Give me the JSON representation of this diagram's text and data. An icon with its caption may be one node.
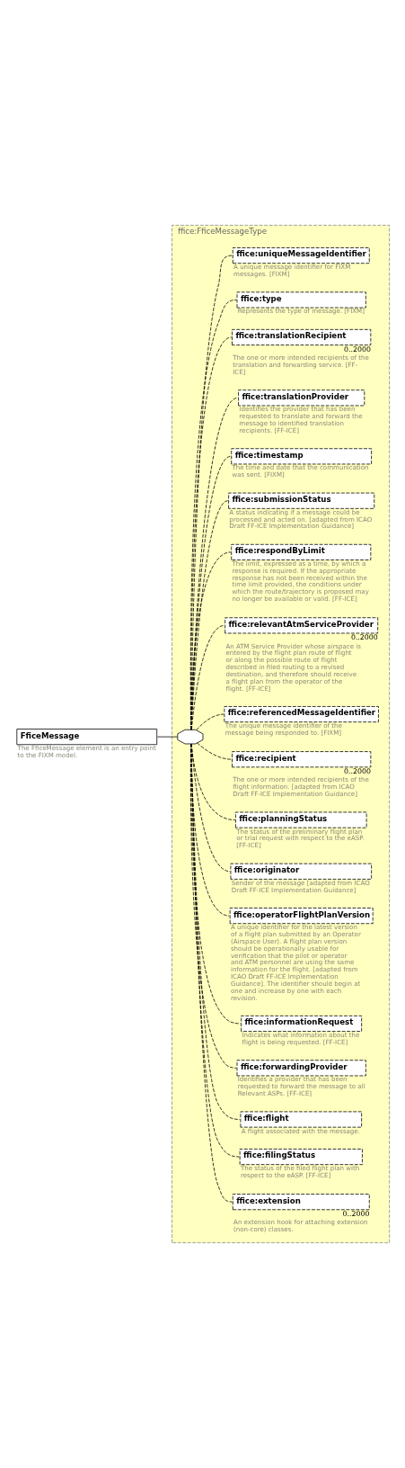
{
  "diagram": {
    "nodes": [
      {
        "text": [
          "FficeMessage"
        ],
        "beside": [
          "The FficeMessage element is an entry point to the FIXM model."
        ]
      },
      {
        "text": [
          "ffice:FficeMessageType"
        ]
      },
      {
        "text": [],
        "shape": "octagon",
        "in": 1
      },
      {
        "text": [
          "ffice:extension"
        ],
        "in": 1,
        "beside": [
          "0..2000",
          "An extension hook for attaching extension (non-core) classes."
        ]
      },
      {
        "text": [
          "ffice:filingStatus"
        ],
        "in": 1,
        "beside": [
          "The status of the filed flight plan with respect to the eASP. [FF-ICE]"
        ]
      },
      {
        "text": [
          "ffice:flight"
        ],
        "in": 1,
        "beside": [
          "A flight associated with the message."
        ]
      },
      {
        "text": [
          "ffice:forwardingProvider"
        ],
        "in": 1,
        "beside": [
          "Identifies a provider that has been requested to forward the message to all Relevant ASPs. [FF-ICE]"
        ]
      },
      {
        "text": [
          "ffice:informationRequest"
        ],
        "in": 1,
        "beside": [
          "Indicates what information about the flight is being requested. [FF-ICE]"
        ]
      },
      {
        "text": [
          "ffice:operatorFlightPlanVersion"
        ],
        "in": 1,
        "beside": [
          "A unique identifier for the latest version of a flight plan submitted by an Operator (Airspace User). A flight plan version should be operationally usable for verification that the pilot or operator and ATM personnel are using the same information for the flight. [adapted from ICAO Draft FF-ICE Implementation Guidance]. The identifier should begin at one and increase by one with each revision."
        ]
      },
      {
        "text": [
          "ffice:originator"
        ],
        "in": 1,
        "beside": [
          "Sender of the message [adapted from ICAO Draft FF-ICE Implementation Guidance]"
        ]
      },
      {
        "text": [
          "ffice:planningStatus"
        ],
        "in": 1,
        "beside": [
          "The status of the preliminary flight plan or trial request with respect to the eASP. [FF-ICE]"
        ]
      },
      {
        "text": [
          "ffice:recipient"
        ],
        "in": 1,
        "beside": [
          "0..2000",
          "The one or more intended recipients of the flight information. [adapted from ICAO Draft FF-ICE Implementation Guidance]"
        ]
      },
      {
        "text": [
          "ffice:referencedMessageIdentifier"
        ],
        "in": 1,
        "beside": [
          "The unique message identifier of the message being responded to. [FIXM]"
        ]
      },
      {
        "text": [
          "ffice:relevantAtmServiceProvider"
        ],
        "in": 1,
        "beside": [
          "0..2000",
          "An ATM Service Provider whose airspace is entered by the flight plan route of flight or along the possible route of flight described in filed routing to a revised destination, and therefore should receive a flight plan from the operator of the flight. [FF-ICE]"
        ]
      },
      {
        "text": [
          "ffice:respondByLimit"
        ],
        "in": 1,
        "beside": [
          "The limit, expressed as a time, by which a response is required. If the appropriate response has not been received within the time limit provided, the conditions under which the route/trajectory is proposed may no longer be available or valid. [FF-ICE]"
        ]
      },
      {
        "text": [
          "ffice:submissionStatus"
        ],
        "in": 1,
        "beside": [
          "A status indicating if a message could be processed and acted on. [adapted from ICAO Draft FF-ICE Implementation Guidance]"
        ]
      },
      {
        "text": [
          "ffice:timestamp"
        ],
        "in": 1,
        "beside": [
          "The time and date that the communication was sent. [FIXM]"
        ]
      },
      {
        "text": [
          "ffice:translationProvider"
        ],
        "in": 1,
        "beside": [
          "Identifies the provider that has been requested to translate and forward the message to identified translation recipients. [FF-ICE]"
        ]
      },
      {
        "text": [
          "ffice:translationRecipient"
        ],
        "in": 1,
        "beside": [
          "0..2000",
          "The one or more intended recipients of the translation and forwarding service. [FF-ICE]"
        ]
      },
      {
        "text": [
          "ffice:type"
        ],
        "in": 1,
        "beside": [
          "Represents the type of message. [FIXM]"
        ]
      },
      {
        "text": [
          "ffice:uniqueMessageIdentifier"
        ],
        "in": 1,
        "beside": [
          "A unique message identifier for FIXM messages. [FIXM]"
        ]
      }
    ],
    "edges": [
      {
        "from": 0,
        "to": 2,
        "arrow": "none"
      },
      {
        "from": 2,
        "to": 3,
        "arrow": "none",
        "style": "dashed"
      },
      {
        "from": 2,
        "to": 4,
        "arrow": "none",
        "style": "dashed"
      },
      {
        "from": 2,
        "to": 5,
        "arrow": "none",
        "style": "dashed"
      },
      {
        "from": 2,
        "to": 6,
        "arrow": "none",
        "style": "dashed"
      },
      {
        "from": 2,
        "to": 7,
        "arrow": "none",
        "style": "dashed"
      },
      {
        "from": 2,
        "to": 8,
        "arrow": "none",
        "style": "dashed"
      },
      {
        "from": 2,
        "to": 9,
        "arrow": "none",
        "style": "dashed"
      },
      {
        "from": 2,
        "to": 10,
        "arrow": "none",
        "style": "dashed"
      },
      {
        "from": 2,
        "to": 11,
        "arrow": "none",
        "style": "dashed"
      },
      {
        "from": 2,
        "to": 12,
        "arrow": "none",
        "style": "dashed"
      },
      {
        "from": 2,
        "to": 13,
        "arrow": "none",
        "style": "dashed"
      },
      {
        "from": 2,
        "to": 14,
        "arrow": "none",
        "style": "dashed"
      },
      {
        "from": 2,
        "to": 15,
        "arrow": "none",
        "style": "dashed"
      },
      {
        "from": 2,
        "to": 16,
        "arrow": "none",
        "style": "dashed"
      },
      {
        "from": 2,
        "to": 17,
        "arrow": "none",
        "style": "dashed"
      },
      {
        "from": 2,
        "to": 18,
        "arrow": "none",
        "style": "dashed"
      },
      {
        "from": 2,
        "to": 19,
        "arrow": "none",
        "style": "dashed"
      },
      {
        "from": 2,
        "to": 20,
        "arrow": "none",
        "style": "dashed"
      }
    ]
  }
}
